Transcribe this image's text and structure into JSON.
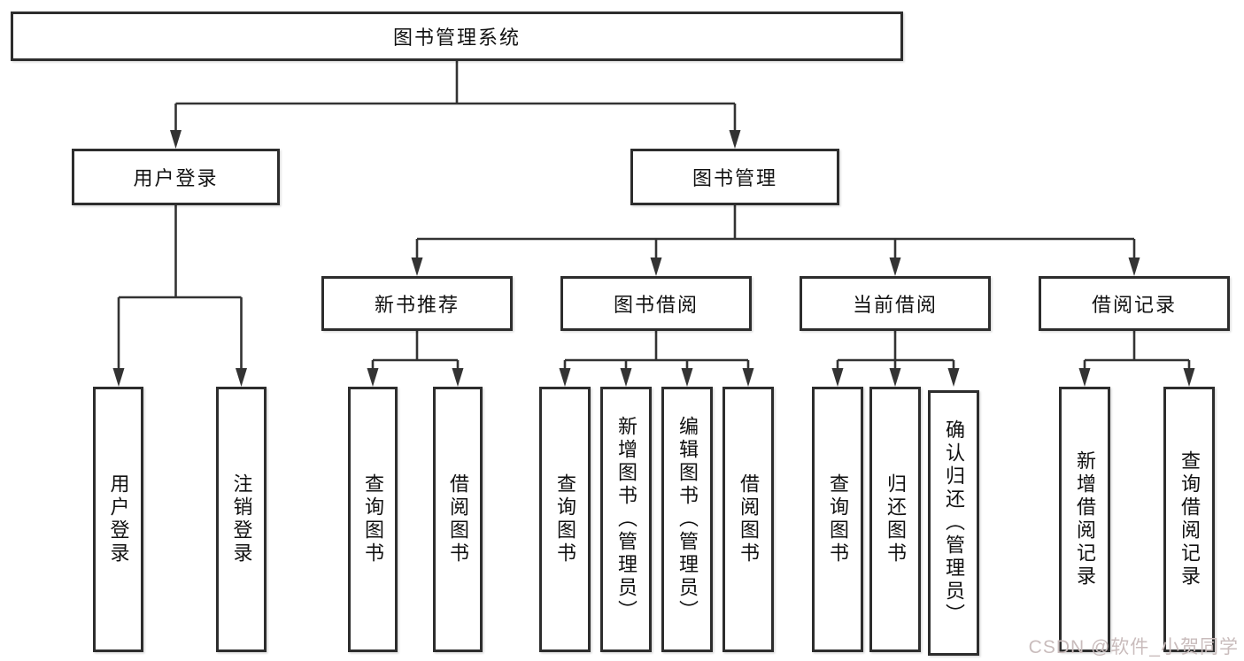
{
  "diagram": {
    "root": {
      "label": "图书管理系统"
    },
    "children": [
      {
        "label": "用户登录",
        "children": [
          {
            "label": "用户登录"
          },
          {
            "label": "注销登录"
          }
        ]
      },
      {
        "label": "图书管理",
        "children": [
          {
            "label": "新书推荐",
            "children": [
              {
                "label": "查询图书"
              },
              {
                "label": "借阅图书"
              }
            ]
          },
          {
            "label": "图书借阅",
            "children": [
              {
                "label": "查询图书"
              },
              {
                "label": "新增图书（管理员）"
              },
              {
                "label": "编辑图书（管理员）"
              },
              {
                "label": "借阅图书"
              }
            ]
          },
          {
            "label": "当前借阅",
            "children": [
              {
                "label": "查询图书"
              },
              {
                "label": "归还图书"
              },
              {
                "label": "确认归还（管理员）"
              }
            ]
          },
          {
            "label": "借阅记录",
            "children": [
              {
                "label": "新增借阅记录"
              },
              {
                "label": "查询借阅记录"
              }
            ]
          }
        ]
      }
    ]
  },
  "watermark": {
    "text": "CSDN @软件_小贺同学"
  },
  "colors": {
    "border": "#2d2d2d",
    "line": "#333333",
    "text": "#111111",
    "bg": "#ffffff",
    "watermark": "#c9bcbc"
  }
}
